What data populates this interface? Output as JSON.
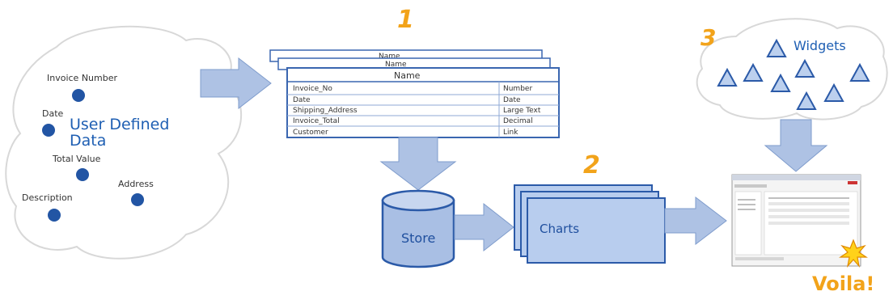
{
  "steps": [
    "1",
    "2",
    "3"
  ],
  "user_data": {
    "title_line1": "User Defined",
    "title_line2": "Data",
    "fields": [
      "Invoice Number",
      "Date",
      "Total Value",
      "Description",
      "Address"
    ]
  },
  "table": {
    "header_back2": "Name",
    "header_back1": "Name",
    "header": "Name",
    "rows": [
      {
        "name": "Invoice_No",
        "type": "Number"
      },
      {
        "name": "Date",
        "type": "Date"
      },
      {
        "name": "Shipping_Address",
        "type": "Large Text"
      },
      {
        "name": "Invoice_Total",
        "type": "Decimal"
      },
      {
        "name": "Customer",
        "type": "Link"
      }
    ]
  },
  "store_label": "Store",
  "charts_label": "Charts",
  "widgets_label": "Widgets",
  "voila_label": "Voila!",
  "colors": {
    "arrow": "#aec2e4",
    "arrow_stroke": "#7f9ccc",
    "dot": "#2255a4",
    "accent": "#f2a31a",
    "widget": "#bcd0ee"
  }
}
